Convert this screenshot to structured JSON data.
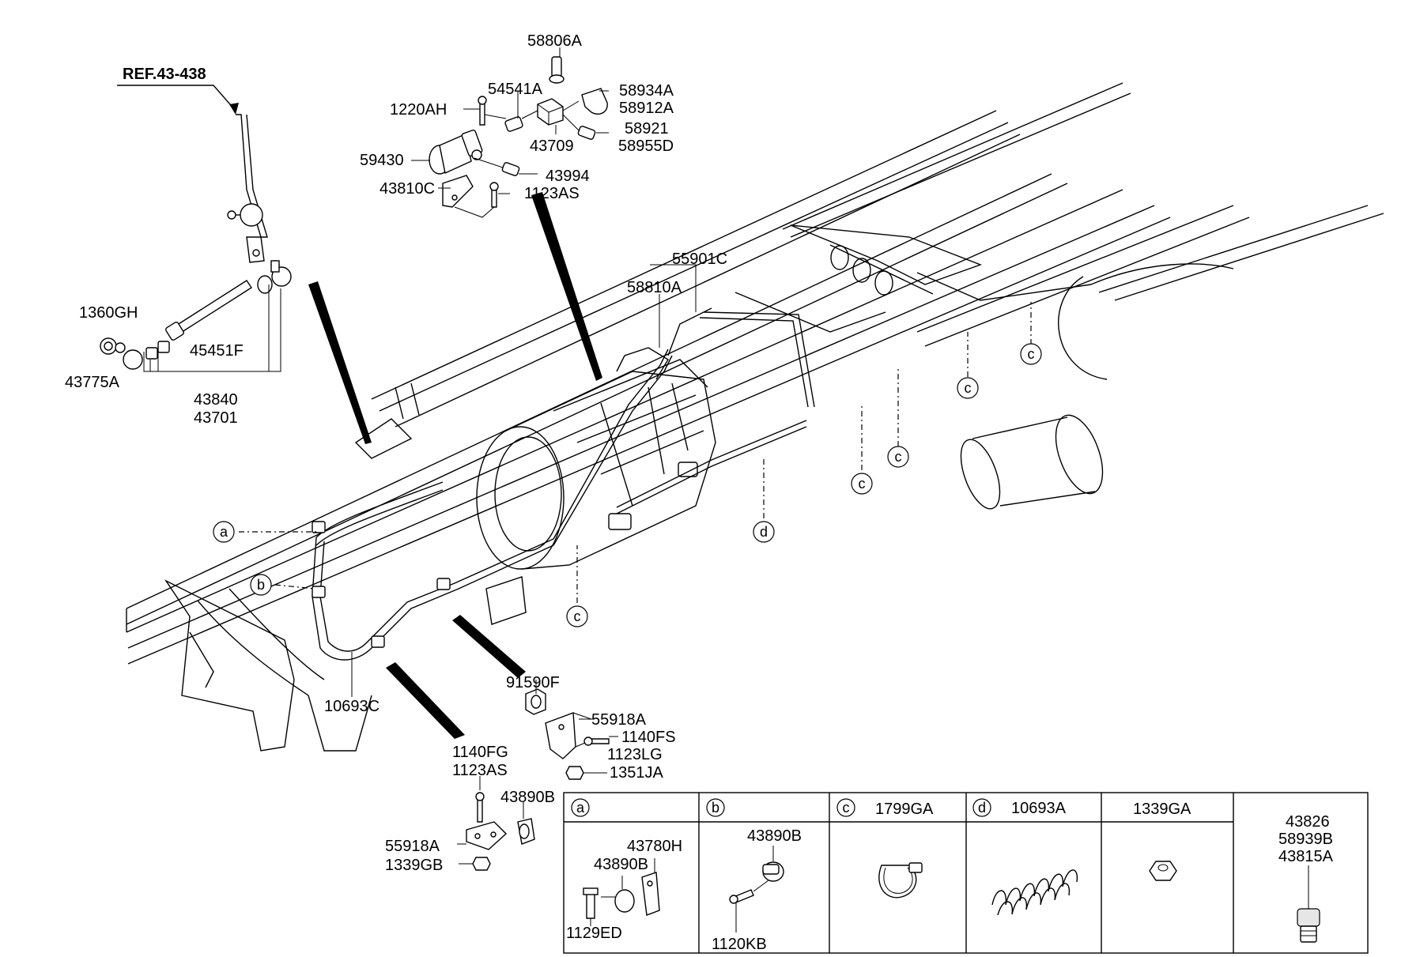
{
  "reference": "REF.43-438",
  "callouts": {
    "p58806A": "58806A",
    "p54541A": "54541A",
    "p58934A": "58934A",
    "p58912A": "58912A",
    "p1220AH": "1220AH",
    "p58921": "58921",
    "p58955D": "58955D",
    "p43709": "43709",
    "p59430": "59430",
    "p43994": "43994",
    "p43810C": "43810C",
    "p1123AS_top": "1123AS",
    "p1360GH": "1360GH",
    "p45451F": "45451F",
    "p43775A": "43775A",
    "p43840": "43840",
    "p43701": "43701",
    "p55901C": "55901C",
    "p58810A": "58810A",
    "p91590F": "91590F",
    "p55918A_r": "55918A",
    "p1140FS": "1140FS",
    "p1123LG": "1123LG",
    "p1351JA": "1351JA",
    "p10693C": "10693C",
    "p1140FG": "1140FG",
    "p1123AS_b": "1123AS",
    "p43890B_l": "43890B",
    "p55918A_l": "55918A",
    "p1339GB": "1339GB"
  },
  "markers": {
    "a": "a",
    "b": "b",
    "c": "c",
    "d": "d"
  },
  "legend_table": {
    "cells": [
      {
        "key": "a",
        "code": "",
        "parts": [
          "43780H",
          "43890B",
          "1129ED"
        ]
      },
      {
        "key": "b",
        "code": "",
        "parts": [
          "43890B",
          "1120KB"
        ]
      },
      {
        "key": "c",
        "code": "1799GA",
        "parts": []
      },
      {
        "key": "d",
        "code": "10693A",
        "parts": []
      },
      {
        "key": "",
        "code": "1339GA",
        "parts": []
      },
      {
        "key": "",
        "code": "",
        "parts": [
          "43826",
          "58939B",
          "43815A"
        ]
      }
    ]
  }
}
